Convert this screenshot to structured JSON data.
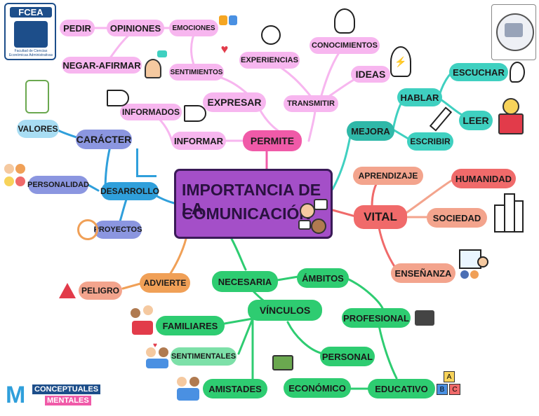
{
  "colors": {
    "pink": "#f7b6ef",
    "magenta": "#f05aa8",
    "blue_light": "#a8ddf3",
    "blue": "#2f9fdb",
    "periwinkle": "#8b96e0",
    "teal": "#3fd0c0",
    "salmon": "#f3a48d",
    "red": "#f06a6a",
    "orange": "#f0a057",
    "green": "#2ecc71",
    "green_light": "#7de0a8",
    "purple": "#a44fc8"
  },
  "header": {
    "left_logo_text": "FCEA",
    "left_logo_caption": "Facultad de Ciencias Económicas Administrativas"
  },
  "center": {
    "line1": "IMPORTANCIA DE LA",
    "line2": "COMUNICACIÓN"
  },
  "nodes": {
    "pedir": "PEDIR",
    "opiniones": "OPINIONES",
    "emociones": "EMOCIONES",
    "negar_afirmar": "NEGAR-AFIRMAR",
    "sentimientos": "SENTIMIENTOS",
    "experiencias": "EXPERIENCIAS",
    "conocimientos": "CONOCIMIENTOS",
    "ideas": "IDEAS",
    "expresar": "EXPRESAR",
    "transmitir": "TRANSMITIR",
    "informados": "INFORMADOS",
    "informar": "INFORMAR",
    "permite": "PERMITE",
    "valores": "VALORES",
    "caracter": "CARÁCTER",
    "personalidad": "PERSONALIDAD",
    "desarrollo": "DESARROLLO",
    "proyectos": "PROYECTOS",
    "escuchar": "ESCUCHAR",
    "hablar": "HABLAR",
    "leer": "LEER",
    "mejora": "MEJORA",
    "escribir": "ESCRIBIR",
    "aprendizaje": "APRENDIZAJE",
    "humanidad": "HUMANIDAD",
    "vital": "VITAL",
    "sociedad": "SOCIEDAD",
    "ensenanza": "ENSEÑANZA",
    "peligro": "PELIGRO",
    "advierte": "ADVIERTE",
    "necesaria": "NECESARIA",
    "ambitos": "ÁMBITOS",
    "vinculos": "VÍNCULOS",
    "profesional": "PROFESIONAL",
    "familiares": "FAMILIARES",
    "sentimentales": "SENTIMENTALES",
    "personal": "PERSONAL",
    "amistades": "AMISTADES",
    "economico": "ECONÓMICO",
    "educativo": "EDUCATIVO"
  },
  "footer": {
    "brand_line1": "CONCEPTUALES",
    "brand_line2": "MENTALES",
    "brand_letter": "M"
  },
  "icons": [
    "emotions-faces-icon",
    "heart-icon",
    "chat-person-icon",
    "head-brain-icon",
    "lightbulb-head-icon",
    "clock-gear-icon",
    "megaphone-icon",
    "hand-people-icon",
    "emoji-faces-icon",
    "climbing-stairs-icon",
    "gear-bulb-icon",
    "ear-icon",
    "pencil-icon",
    "reading-boy-icon",
    "buildings-icon",
    "teacher-board-icon",
    "warning-icon",
    "family-icon",
    "couple-icon",
    "briefcase-icon",
    "money-icon",
    "friends-icon",
    "abc-blocks-icon"
  ]
}
